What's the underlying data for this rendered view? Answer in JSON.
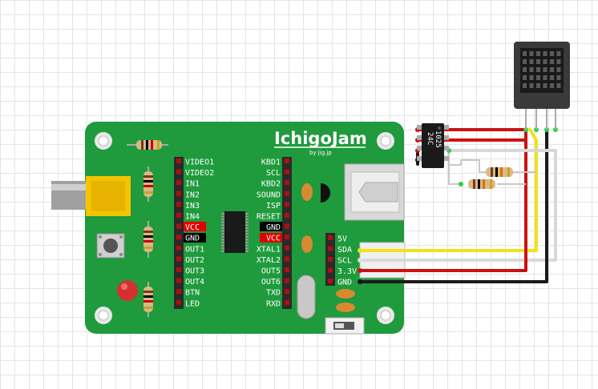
{
  "board": {
    "brand": "IchigoJam",
    "brand_sub": "by jig.jp",
    "left_header": [
      "VIDEO1",
      "VIDEO2",
      "IN1",
      "IN2",
      "IN3",
      "IN4",
      "VCC",
      "GND",
      "OUT1",
      "OUT2",
      "OUT3",
      "OUT4",
      "BTN",
      "LED"
    ],
    "right_header": [
      "KBD1",
      "SCL",
      "KBD2",
      "SOUND",
      "ISP",
      "RESET",
      "GND",
      "VCC",
      "XTAL1",
      "XTAL2",
      "OUT5",
      "OUT6",
      "TXD",
      "RXD"
    ],
    "i2c_header": [
      "5V",
      "SDA",
      "SCL",
      "3.3V",
      "GND"
    ]
  },
  "eeprom": {
    "line1": "24C",
    "line2": "1025"
  },
  "colors": {
    "board": "#1f9a3c",
    "wire_red": "#cc1111",
    "wire_black": "#1a1a1a",
    "wire_yellow": "#f2e11b",
    "wire_white": "#d8d8d8",
    "vcc_label": "#e00000",
    "gnd_label": "#000000"
  }
}
